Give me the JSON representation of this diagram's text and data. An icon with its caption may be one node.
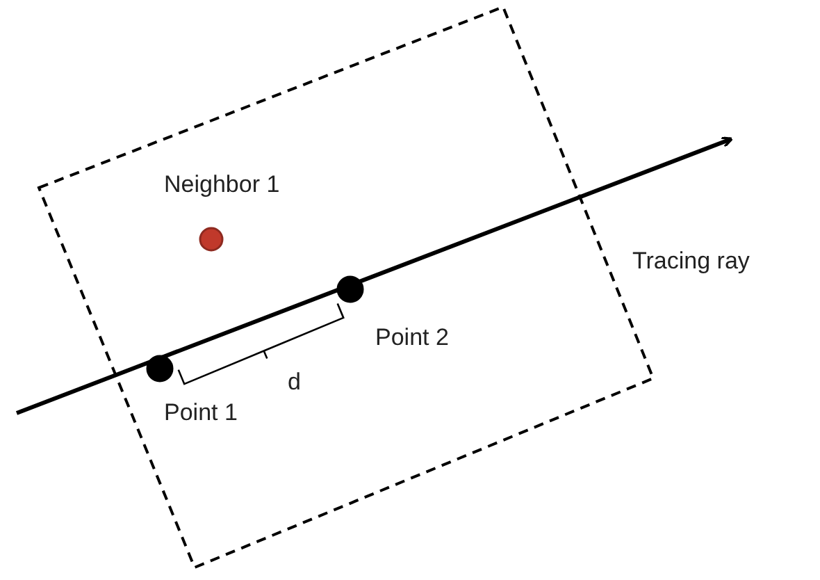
{
  "diagram": {
    "nodes": [
      {
        "text": [],
        "shape": "box"
      },
      {
        "text": [
          "Neighbor 1"
        ],
        "in": 0
      },
      {
        "text": [
          "Point 2"
        ],
        "in": 0
      },
      {
        "text": [
          "Point 1"
        ],
        "in": 0
      }
    ],
    "labels": [
      "Tracing ray",
      "d"
    ]
  }
}
